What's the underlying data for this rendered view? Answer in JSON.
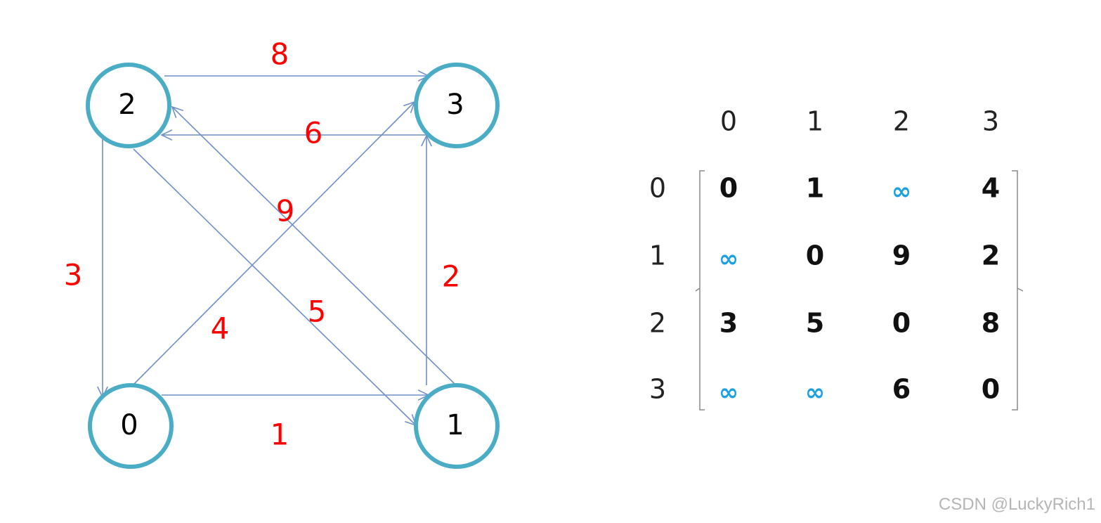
{
  "graph": {
    "nodes": [
      {
        "id": "0",
        "label": "0"
      },
      {
        "id": "1",
        "label": "1"
      },
      {
        "id": "2",
        "label": "2"
      },
      {
        "id": "3",
        "label": "3"
      }
    ],
    "edges": [
      {
        "from": "2",
        "to": "3",
        "weight": "8"
      },
      {
        "from": "3",
        "to": "2",
        "weight": "6"
      },
      {
        "from": "1",
        "to": "2",
        "weight": "9"
      },
      {
        "from": "2",
        "to": "0",
        "weight": "3"
      },
      {
        "from": "1",
        "to": "3",
        "weight": "2"
      },
      {
        "from": "0",
        "to": "3",
        "weight": "4"
      },
      {
        "from": "2",
        "to": "1",
        "weight": "5"
      },
      {
        "from": "0",
        "to": "1",
        "weight": "1"
      }
    ]
  },
  "matrix": {
    "col_headers": [
      "0",
      "1",
      "2",
      "3"
    ],
    "row_headers": [
      "0",
      "1",
      "2",
      "3"
    ],
    "rows": [
      [
        "0",
        "1",
        "∞",
        "4"
      ],
      [
        "∞",
        "0",
        "9",
        "2"
      ],
      [
        "3",
        "5",
        "0",
        "8"
      ],
      [
        "∞",
        "∞",
        "6",
        "0"
      ]
    ]
  },
  "watermark": "CSDN @LuckyRich1"
}
